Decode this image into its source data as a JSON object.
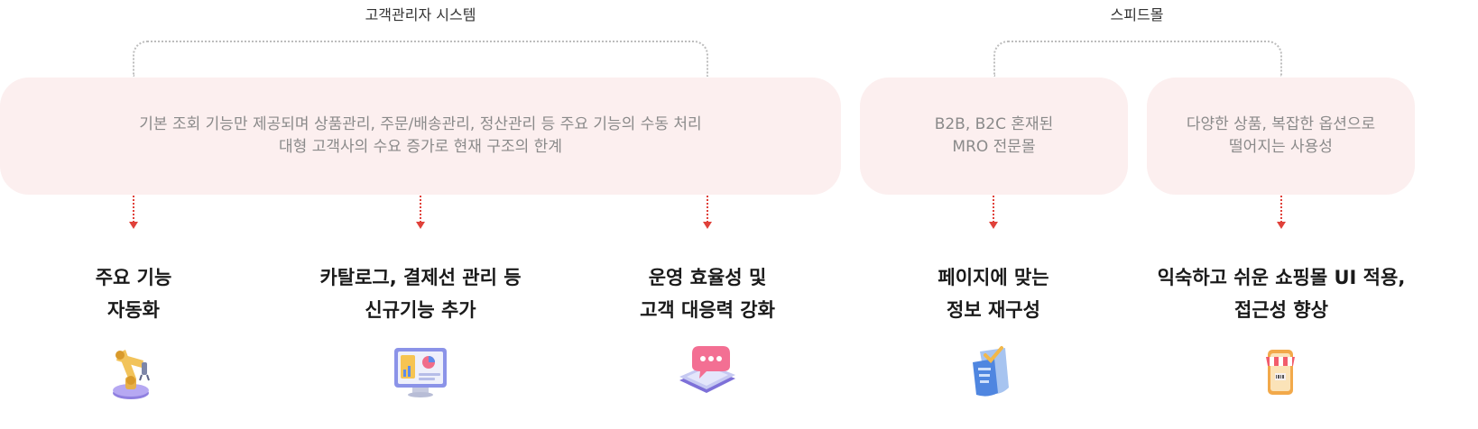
{
  "groups": {
    "crm": {
      "label": "고객관리자 시스템"
    },
    "speedmall": {
      "label": "스피드몰"
    }
  },
  "problems": {
    "crm": [
      "기본 조회 기능만 제공되며 상품관리, 주문/배송관리, 정산관리 등 주요 기능의 수동 처리",
      "대형 고객사의 수요 증가로 현재 구조의 한계"
    ],
    "mro": [
      "B2B, B2C 혼재된",
      "MRO 전문몰"
    ],
    "usability": [
      "다양한 상품, 복잡한 옵션으로",
      "떨어지는 사용성"
    ]
  },
  "solutions": [
    {
      "lines": [
        "주요 기능",
        "자동화"
      ],
      "icon": "robot-arm-icon"
    },
    {
      "lines": [
        "카탈로그, 결제선 관리 등",
        "신규기능 추가"
      ],
      "icon": "monitor-dashboard-icon"
    },
    {
      "lines": [
        "운영 효율성 및",
        "고객 대응력 강화"
      ],
      "icon": "chat-bubble-phone-icon"
    },
    {
      "lines": [
        "페이지에 맞는",
        "정보 재구성"
      ],
      "icon": "receipt-check-icon"
    },
    {
      "lines": [
        "익숙하고 쉬운 쇼핑몰 UI 적용,",
        "접근성 향상"
      ],
      "icon": "mobile-shop-icon"
    }
  ],
  "colors": {
    "box_bg": "#fcefef",
    "arrow": "#e0413a",
    "box_text": "#8a8a8a",
    "solution_text": "#1a1a1a"
  }
}
